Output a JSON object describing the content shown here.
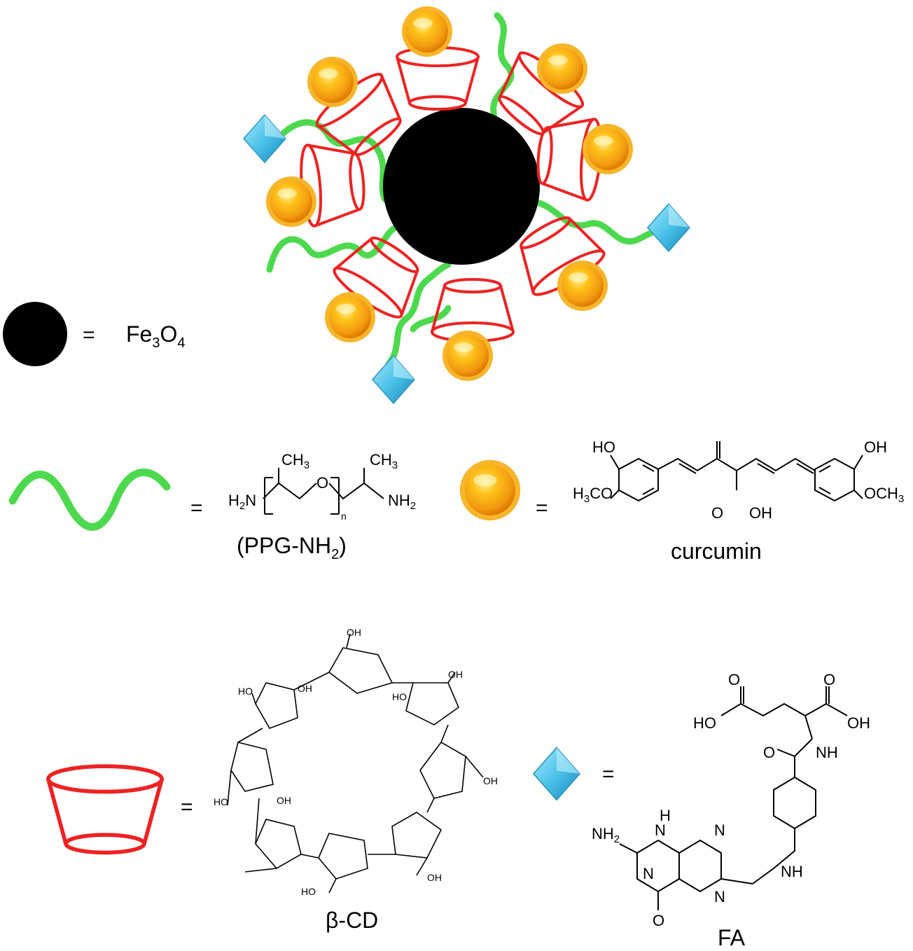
{
  "legend": {
    "equals": "=",
    "fe3o4": {
      "main": "Fe",
      "sub1": "3",
      "mid": "O",
      "sub2": "4"
    },
    "ppg": {
      "caption_pre": "(PPG-NH",
      "caption_sub": "2",
      "caption_post": ")",
      "ch3": "CH3",
      "ch3_b": "CH3",
      "h2n": "H2N",
      "o": "O",
      "nh2": "NH2",
      "n": "n"
    },
    "curcumin": {
      "caption": "curcumin",
      "ho": "HO",
      "oh": "OH",
      "h3co": "H3CO",
      "och3": "OCH3",
      "o": "O",
      "oh_enol": "OH"
    },
    "bcd": {
      "caption": "β-CD",
      "oh": "OH",
      "ho": "HO"
    },
    "fa": {
      "caption": "FA",
      "ho": "HO",
      "oh": "OH",
      "o": "O",
      "nh": "NH",
      "h": "H",
      "n": "N",
      "h2n": "NH2"
    }
  },
  "colors": {
    "core": "#000000",
    "polymer": "#4dd94d",
    "cyclodextrin": "#ee2222",
    "curcumin_outer": "#f5a623",
    "curcumin_inner": "#ffcc33",
    "folate": "#44b8e0"
  },
  "icons": {
    "core": "black-circle",
    "polymer": "green-wave",
    "cyclodextrin": "red-truncated-cone",
    "curcumin": "orange-sphere",
    "folate": "blue-diamond"
  }
}
